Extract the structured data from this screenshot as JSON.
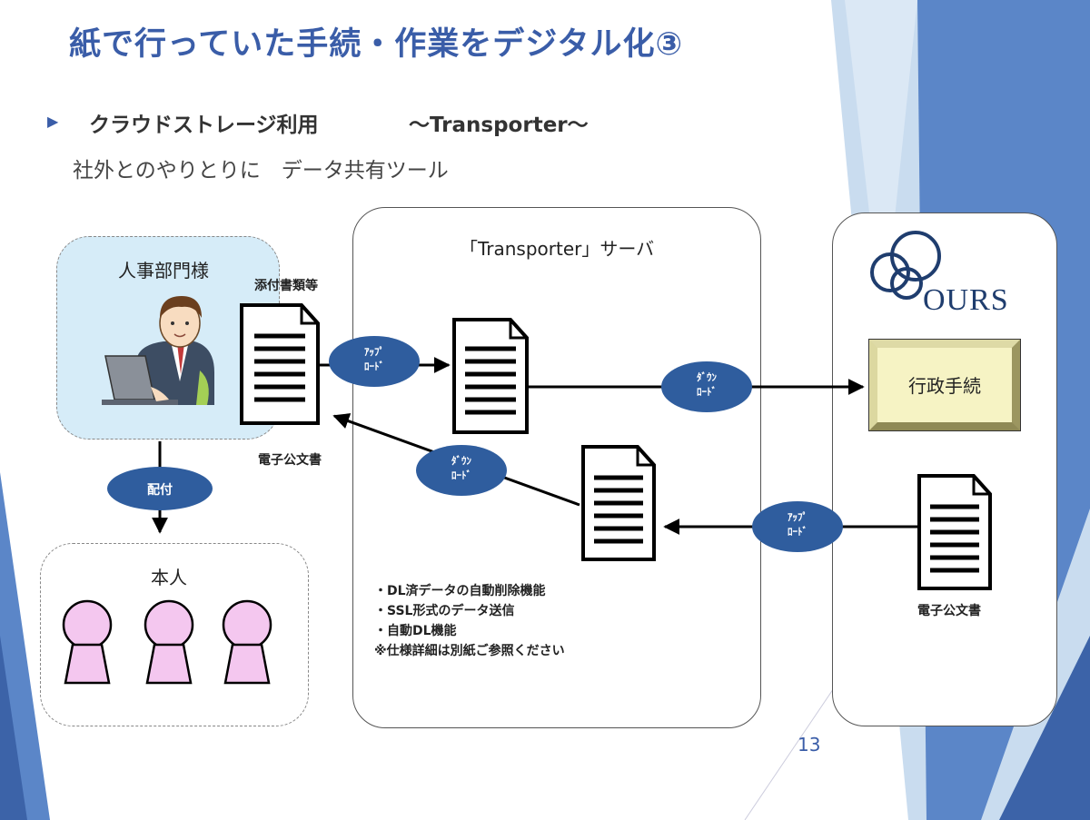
{
  "title": "紙で行っていた手続・作業をデジタル化③",
  "bullet": "▶",
  "heading": {
    "main": "クラウドストレージ利用",
    "sub": "～Transporter～"
  },
  "subtitle": "社外とのやりとりに　データ共有ツール",
  "hr_box": {
    "label": "人事部門様"
  },
  "person_box": {
    "label": "本人"
  },
  "server_box": {
    "label": "「Transporter」サーバ"
  },
  "ours_box": {
    "logo_text": "OURS"
  },
  "labels": {
    "attachments": "添付書類等",
    "e_document_left": "電子公文書",
    "e_document_right": "電子公文書",
    "gyosei": "行政手続"
  },
  "ovals": {
    "upload_left": {
      "line1": "ｱｯﾌﾟ",
      "line2": "ﾛｰﾄﾞ"
    },
    "download_right": {
      "line1": "ﾀﾞｳﾝ",
      "line2": "ﾛｰﾄﾞ"
    },
    "download_left": {
      "line1": "ﾀﾞｳﾝ",
      "line2": "ﾛｰﾄﾞ"
    },
    "upload_right": {
      "line1": "ｱｯﾌﾟ",
      "line2": "ﾛｰﾄﾞ"
    },
    "distribute": {
      "line1": "配付"
    }
  },
  "features": [
    "・DL済データの自動削除機能",
    "・SSL形式のデータ送信",
    "・自動DL機能",
    "※仕様詳細は別紙ご参照ください"
  ],
  "page_number": "13",
  "colors": {
    "title": "#3a5da8",
    "oval": "#2f5d9e",
    "hr_box_fill": "#d6ecf8",
    "person_fill": "#f4c7ef",
    "gyosei_fill": "#f6f3c4",
    "accent_blue": "#4a74c0"
  }
}
